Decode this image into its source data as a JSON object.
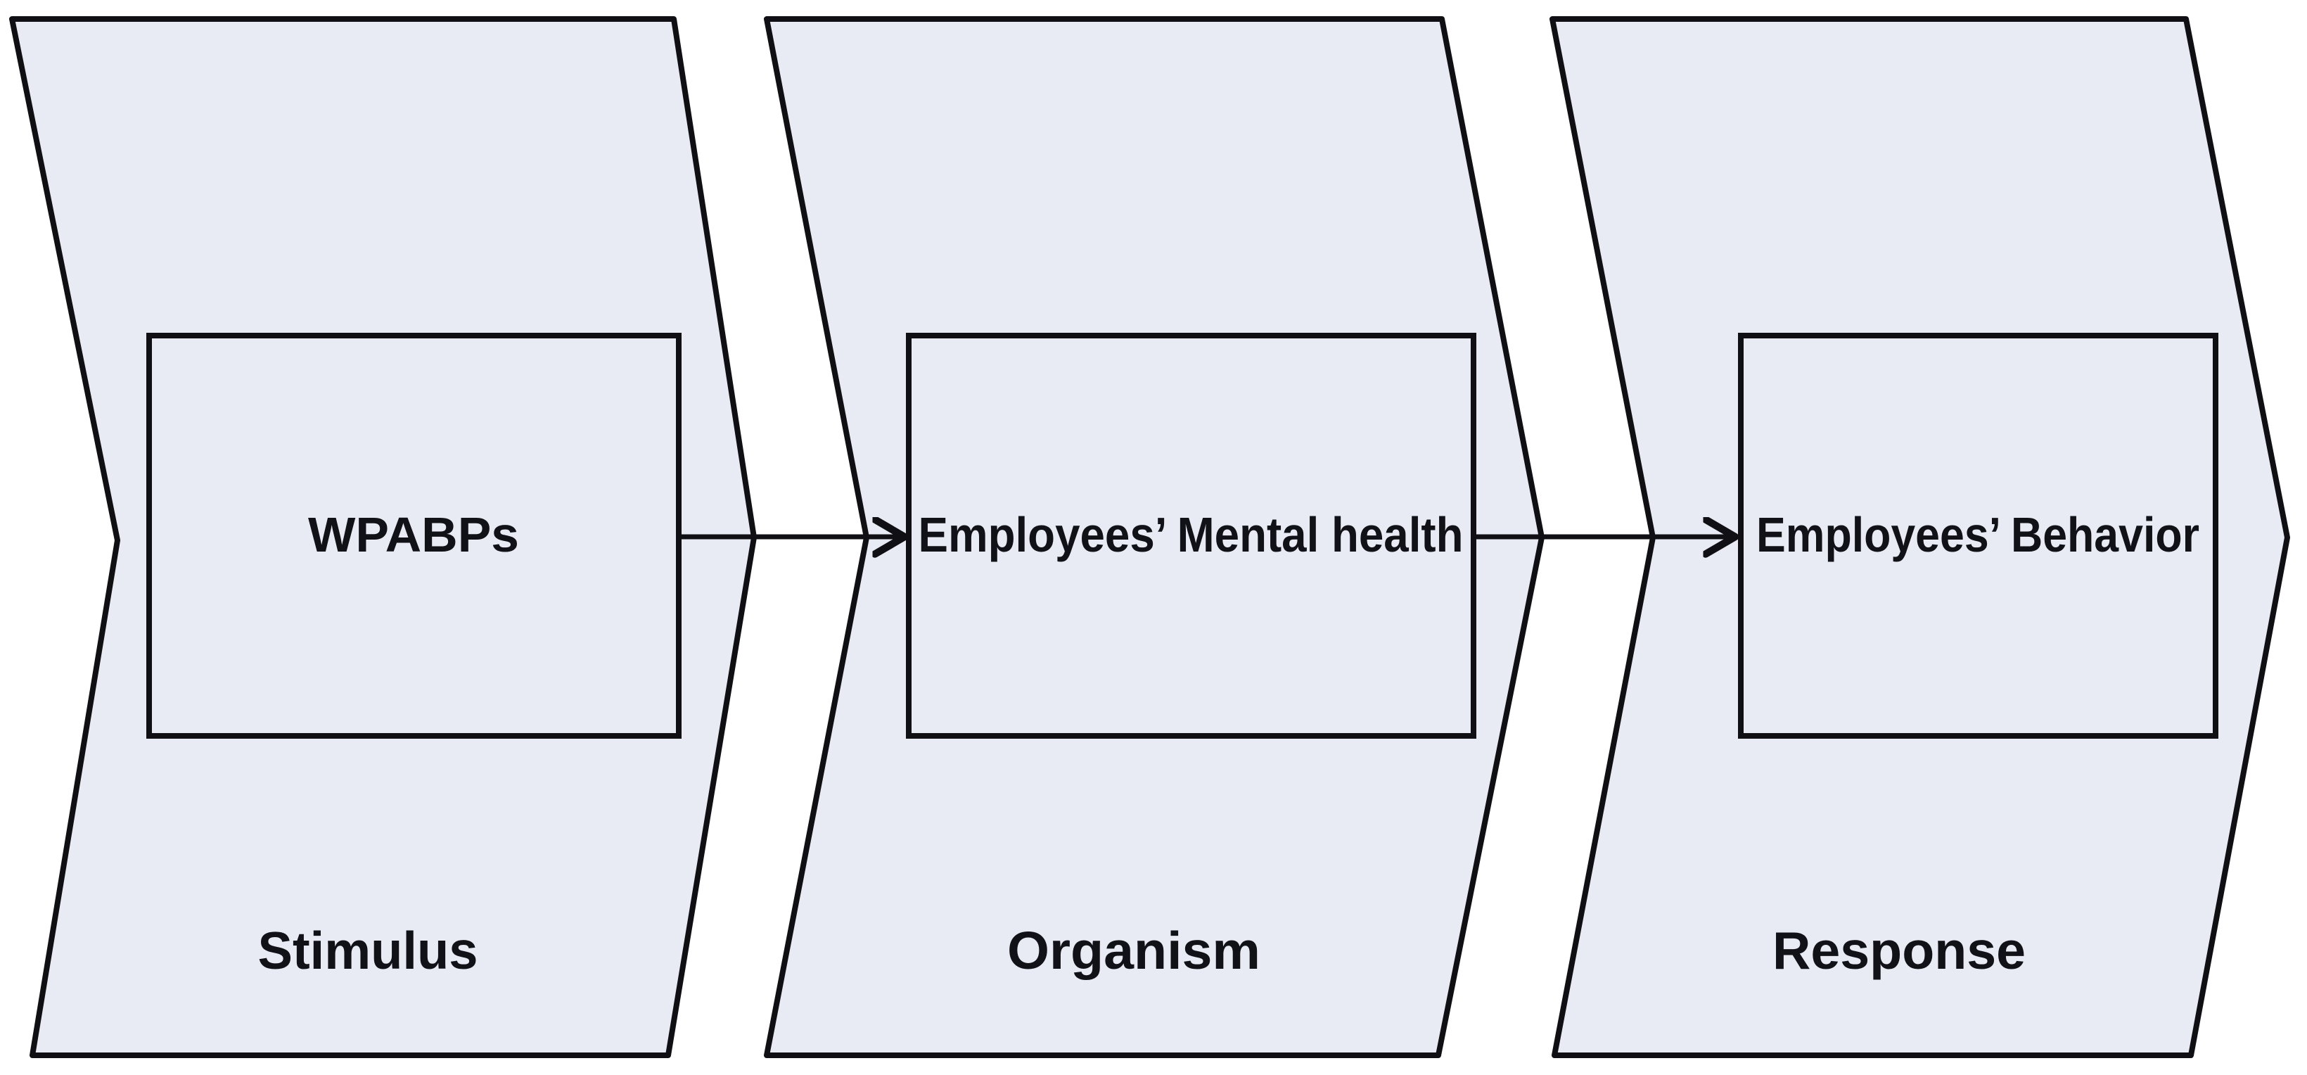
{
  "diagram": {
    "stages": [
      {
        "id": "stimulus",
        "box_label": "WPABPs",
        "stage_label": "Stimulus"
      },
      {
        "id": "organism",
        "box_label": "Employees’ Mental health",
        "stage_label": "Organism"
      },
      {
        "id": "response",
        "box_label": "Employees’ Behavior",
        "stage_label": "Response"
      }
    ],
    "connectors": [
      {
        "icon": "arrow-right-icon",
        "from_stage": "stimulus",
        "to_stage": "organism"
      },
      {
        "icon": "arrow-right-icon",
        "from_stage": "organism",
        "to_stage": "response"
      }
    ],
    "colors": {
      "chevron_fill": "#e8ebf4",
      "outline": "#101014",
      "text": "#111118",
      "background": "#ffffff"
    }
  }
}
